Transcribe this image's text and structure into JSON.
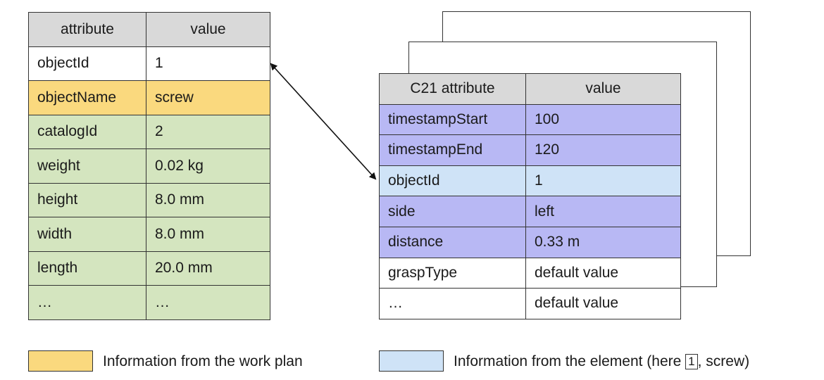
{
  "left_table": {
    "headers": [
      "attribute",
      "value"
    ],
    "rows": [
      {
        "attribute": "objectId",
        "value": "1",
        "color": "white"
      },
      {
        "attribute": "objectName",
        "value": "screw",
        "color": "yellow"
      },
      {
        "attribute": "catalogId",
        "value": "2",
        "color": "green"
      },
      {
        "attribute": "weight",
        "value": "0.02 kg",
        "color": "green"
      },
      {
        "attribute": "height",
        "value": "8.0 mm",
        "color": "green"
      },
      {
        "attribute": "width",
        "value": "8.0 mm",
        "color": "green"
      },
      {
        "attribute": "length",
        "value": "20.0 mm",
        "color": "green"
      },
      {
        "attribute": "…",
        "value": "…",
        "color": "green"
      }
    ]
  },
  "right_table": {
    "headers": [
      "C21 attribute",
      "value"
    ],
    "rows": [
      {
        "attribute": "timestampStart",
        "value": "100",
        "color": "purple"
      },
      {
        "attribute": "timestampEnd",
        "value": "120",
        "color": "purple"
      },
      {
        "attribute": "objectId",
        "value": "1",
        "color": "blue"
      },
      {
        "attribute": "side",
        "value": "left",
        "color": "purple"
      },
      {
        "attribute": "distance",
        "value": "0.33 m",
        "color": "purple"
      },
      {
        "attribute": "graspType",
        "value": "default value",
        "color": "white"
      },
      {
        "attribute": "…",
        "value": "default value",
        "color": "white"
      }
    ]
  },
  "legend": {
    "work_plan": {
      "label": "Information from the work plan",
      "color": "#fad97e"
    },
    "element": {
      "label_prefix": "Information from the element (here ",
      "boxed": "1",
      "label_suffix": ", screw)",
      "color": "#cfe3f7"
    }
  },
  "colors": {
    "yellow": "#fad97e",
    "green": "#d4e5bf",
    "purple": "#b8b8f4",
    "blue": "#cfe3f7",
    "header": "#d9d9d9"
  }
}
